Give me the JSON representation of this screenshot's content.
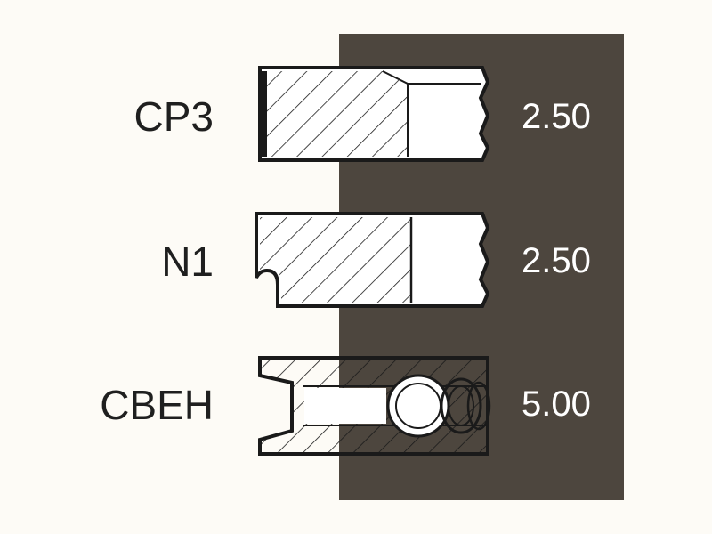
{
  "rings": [
    {
      "label": "CP3",
      "value": "2.50"
    },
    {
      "label": "N1",
      "value": "2.50"
    },
    {
      "label": "CBEH",
      "value": "5.00"
    }
  ],
  "colors": {
    "background": "#fdfbf6",
    "panel": "#4d463e",
    "outline": "#1a1a1a",
    "ring_fill": "#ffffff",
    "value_text": "#ffffff",
    "label_text": "#1f1f1f"
  }
}
